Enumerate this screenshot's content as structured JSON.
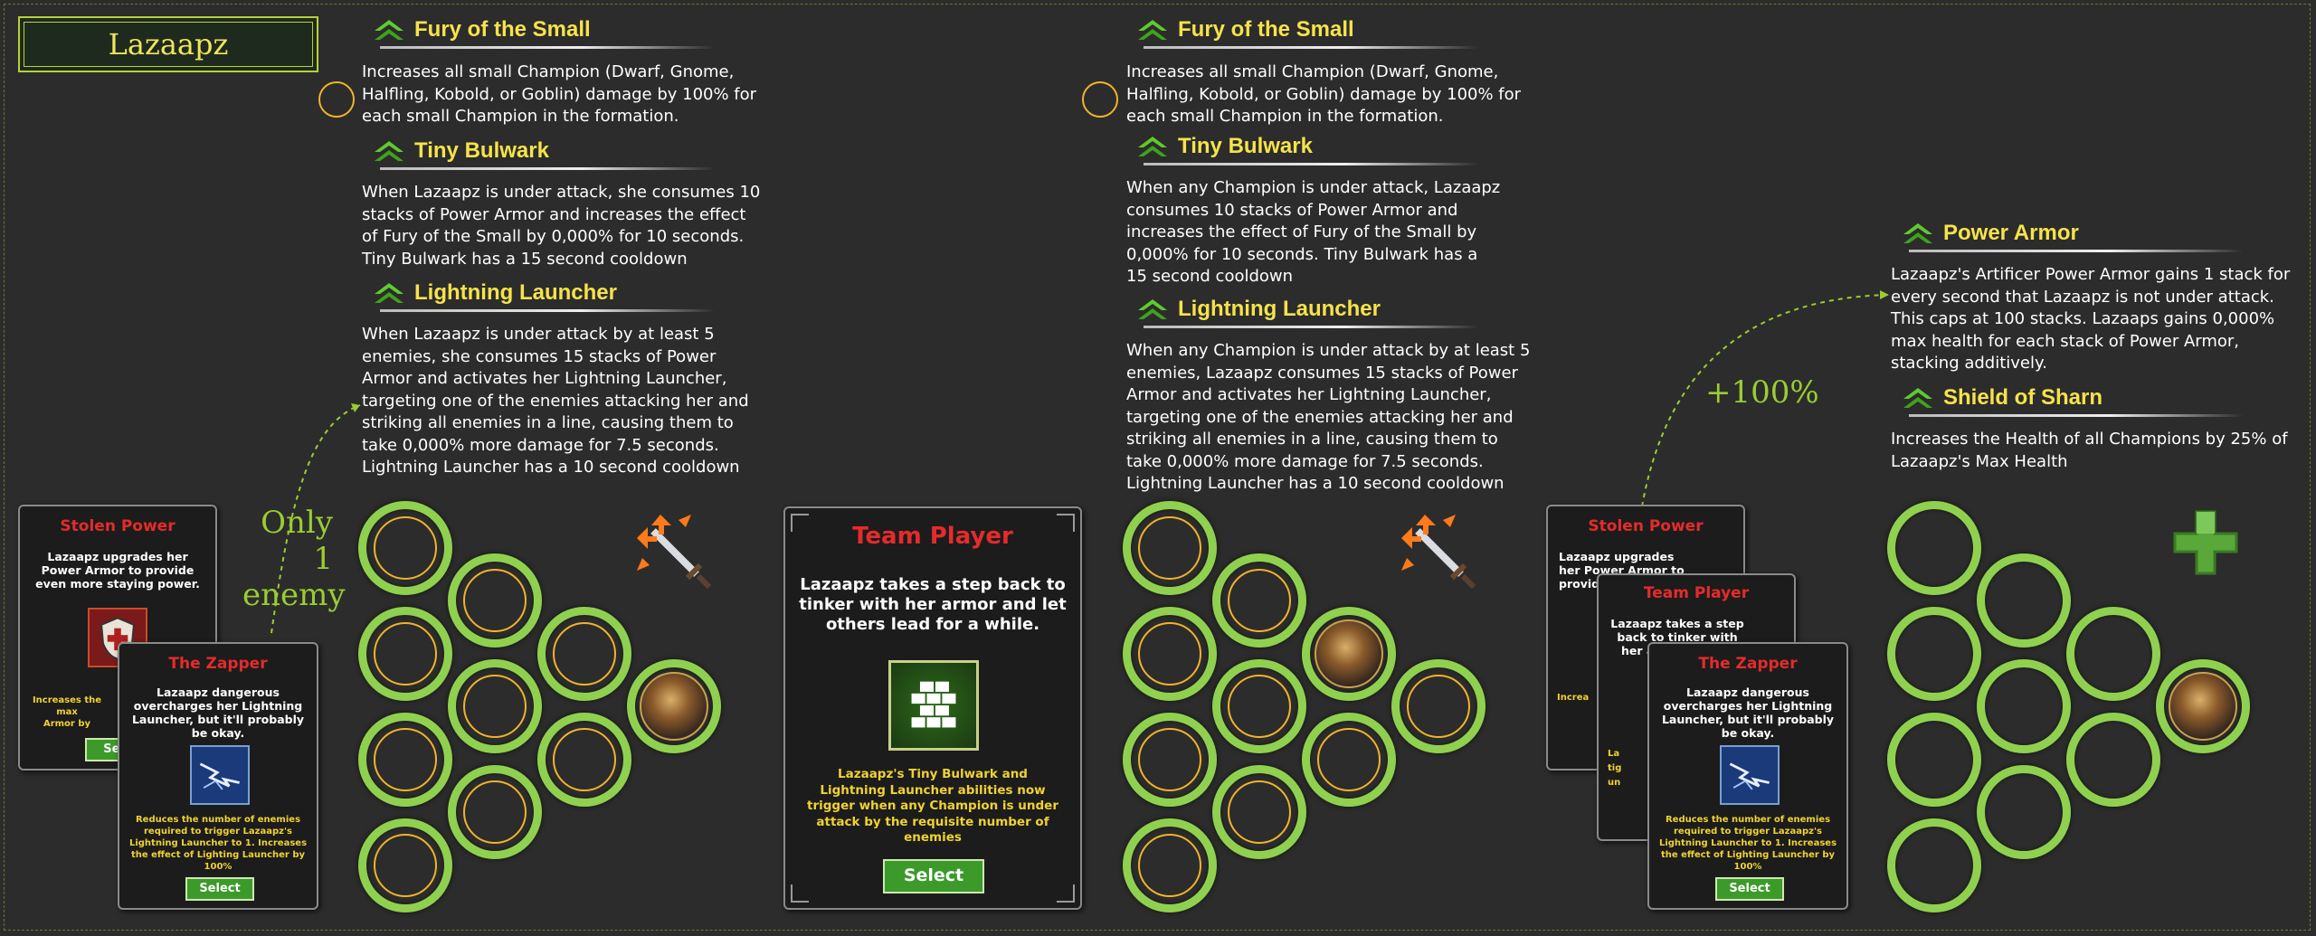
{
  "title": "Lazaapz",
  "left_abilities": [
    {
      "name": "Fury of the Small",
      "text": "Increases all small Champion (Dwarf, Gnome,\nHalfling, Kobold, or Goblin) damage by 100% for\neach small Champion in the formation."
    },
    {
      "name": "Tiny Bulwark",
      "text": "When Lazaapz is under attack, she consumes 10\nstacks of Power Armor and increases the effect\nof Fury of the Small by 0,000% for 10 seconds.\nTiny Bulwark has a 15 second cooldown"
    },
    {
      "name": "Lightning Launcher",
      "text": "When Lazaapz is under attack by at least 5\nenemies, she consumes 15 stacks of Power\nArmor and activates her Lightning Launcher,\ntargeting one of the enemies attacking her and\nstriking all enemies in a line, causing them to\ntake 0,000% more damage for 7.5 seconds.\nLightning Launcher has a 10 second cooldown"
    }
  ],
  "mid_abilities": [
    {
      "name": "Fury of the Small",
      "text": "Increases all small Champion (Dwarf, Gnome,\nHalfling, Kobold, or Goblin) damage by 100% for\neach small Champion in the formation."
    },
    {
      "name": "Tiny Bulwark",
      "text": "When any Champion is under attack, Lazaapz\nconsumes 10 stacks of Power Armor and\nincreases the effect of Fury of the Small by\n0,000% for 10 seconds. Tiny Bulwark has a\n15 second cooldown"
    },
    {
      "name": "Lightning Launcher",
      "text": "When any Champion is under attack by at least 5\nenemies, Lazaapz consumes 15 stacks of Power\nArmor and activates her Lightning Launcher,\ntargeting one of the enemies attacking her and\nstriking all enemies in a line, causing them to\ntake 0,000% more damage for 7.5 seconds.\nLightning Launcher has a 10 second cooldown"
    }
  ],
  "right_abilities": [
    {
      "name": "Power Armor",
      "text": "Lazaapz's Artificer Power Armor gains 1 stack for\nevery second that Lazaapz is not under attack.\nThis caps at 100 stacks. Lazaaps gains 0,000%\nmax health for each stack of Power Armor,\nstacking additively."
    },
    {
      "name": "Shield of Sharn",
      "text": "Increases the Health of all Champions by 25% of\nLazaapz's Max Health"
    }
  ],
  "notes": {
    "only_one_line1": "Only 1",
    "only_one_line2": "enemy",
    "plus_hundred": "+100%"
  },
  "cards": {
    "stolen_power": {
      "title": "Stolen Power",
      "desc": "Lazaapz upgrades her Power Armor to provide even more staying power.",
      "yellow": "Increases the max",
      "yellow2": "Armor by",
      "select": "Sele"
    },
    "stolen_power_right": {
      "title": "Stolen Power",
      "desc": "Lazaapz upgrades her Power Armor to provide even more",
      "yellow": "Increa"
    },
    "zapper": {
      "title": "The Zapper",
      "desc": "Lazaapz dangerous overcharges her Lightning Launcher, but it'll probably be okay.",
      "yellow": "Reduces the number of enemies required to trigger Lazaapz's Lightning Launcher to 1. Increases the effect of Lighting Launcher by 100%",
      "select": "Select"
    },
    "team_player": {
      "title": "Team Player",
      "desc": "Lazaapz takes a step back to tinker with her armor and let others lead for a while.",
      "yellow": "Lazaapz's Tiny Bulwark and Lightning Launcher abilities now trigger when any Champion is under attack by the requisite number of enemies",
      "select": "Select"
    },
    "team_player_right": {
      "title": "Team Player",
      "desc": "Lazaapz takes a step back to tinker with her armor and let othe",
      "yellow": "La tig un"
    }
  },
  "colors": {
    "slot_green": "#8fd14f",
    "ring_orange": "#f0b429",
    "title_yellow": "#f6e34a",
    "card_red": "#e52b2b",
    "note_green": "#9acd32"
  },
  "icons": [
    "chevron-up-icon",
    "sword-arrows-icon",
    "green-plus-icon",
    "shield-icon",
    "lightning-icon",
    "bricks-icon",
    "champion-portrait"
  ]
}
